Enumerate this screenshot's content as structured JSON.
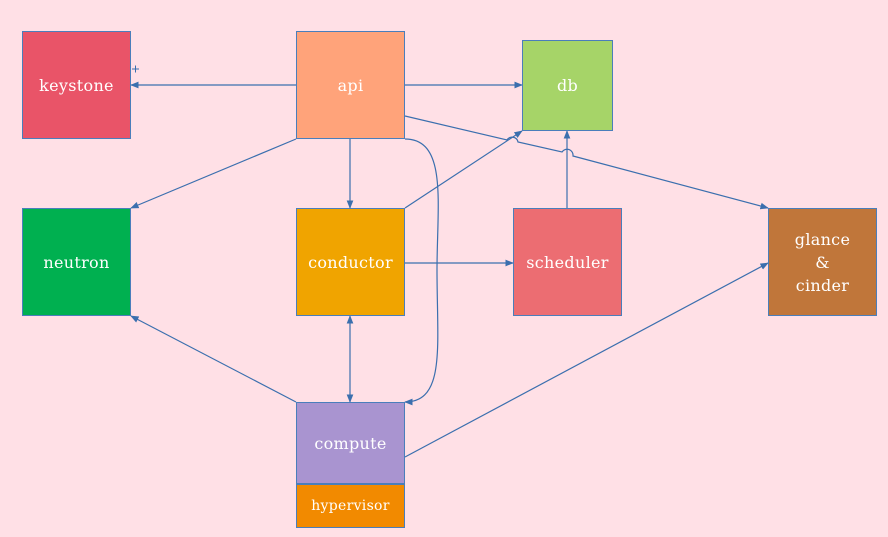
{
  "diagram": {
    "nodes": [
      {
        "id": "keystone",
        "label": "keystone",
        "fill": "#e95468"
      },
      {
        "id": "api",
        "label": "api",
        "fill": "#ffa37a"
      },
      {
        "id": "db",
        "label": "db",
        "fill": "#a6d468"
      },
      {
        "id": "neutron",
        "label": "neutron",
        "fill": "#00b050"
      },
      {
        "id": "conductor",
        "label": "conductor",
        "fill": "#f0a400"
      },
      {
        "id": "scheduler",
        "label": "scheduler",
        "fill": "#ec6d72"
      },
      {
        "id": "glance",
        "label": "glance\n&\ncinder",
        "fill": "#c0763a"
      },
      {
        "id": "compute",
        "label": "compute",
        "fill": "#a994d0"
      },
      {
        "id": "hypervisor",
        "label": "hypervisor",
        "fill": "#f28a00"
      }
    ],
    "edges": [
      {
        "from": "api",
        "to": "keystone"
      },
      {
        "from": "api",
        "to": "db"
      },
      {
        "from": "api",
        "to": "glance"
      },
      {
        "from": "api",
        "to": "neutron"
      },
      {
        "from": "api",
        "to": "conductor"
      },
      {
        "from": "api",
        "to": "compute"
      },
      {
        "from": "conductor",
        "to": "db"
      },
      {
        "from": "conductor",
        "to": "scheduler"
      },
      {
        "from": "scheduler",
        "to": "db"
      },
      {
        "from": "compute",
        "to": "neutron"
      },
      {
        "from": "compute",
        "to": "glance"
      },
      {
        "from": "compute",
        "to": "conductor",
        "bidirectional": true
      }
    ],
    "line_color": "#3b6fae"
  }
}
